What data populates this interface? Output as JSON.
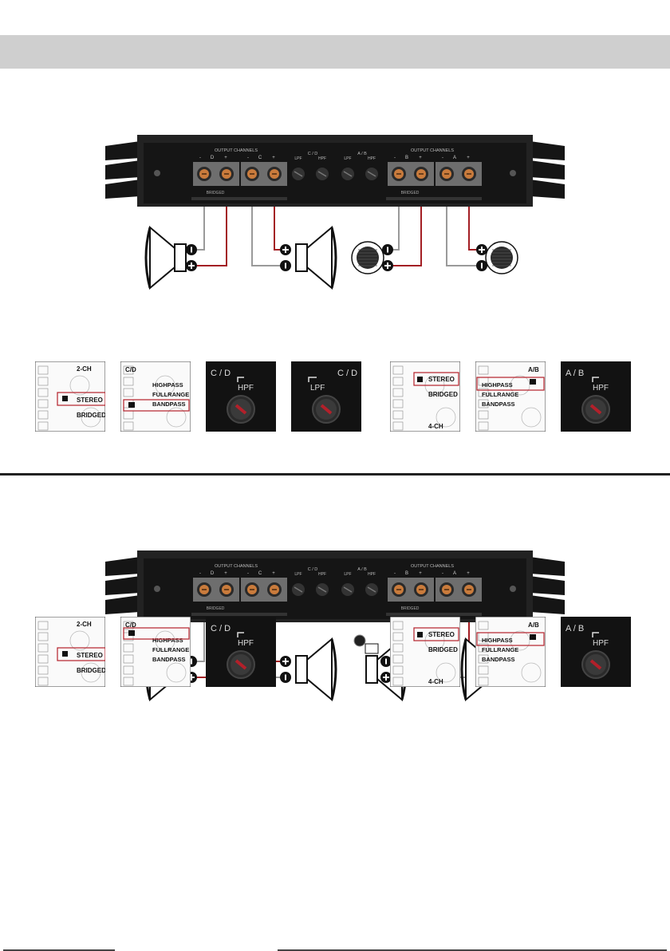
{
  "colors": {
    "amp_body": "#151515",
    "terminal_block": "#6e6e6e",
    "positive_wire": "#a31f24",
    "negative_wire": "#9a9a9a",
    "highlight_box": "#b3202a",
    "gold_terminal": "#c97b3c"
  },
  "amp": {
    "output_channels": "OUTPUT CHANNELS",
    "channels": [
      "D",
      "C",
      "B",
      "A"
    ],
    "minus": "-",
    "plus": "+",
    "bridged": "BRIDGED",
    "pots": [
      {
        "group": "C / D",
        "labels": [
          "LPF",
          "HPF"
        ]
      },
      {
        "group": "A / B",
        "labels": [
          "LPF",
          "HPF"
        ]
      }
    ]
  },
  "polarity": {
    "plus": "+",
    "minus": "-"
  },
  "switches": {
    "two_ch": "2-CH",
    "four_ch": "4-CH",
    "stereo": "STEREO",
    "bridged": "BRIDGED",
    "highpass": "HIGHPASS",
    "fullrange": "FULLRANGE",
    "bandpass": "BANDPASS",
    "cd": "C/D",
    "ab": "A/B"
  },
  "knobs": {
    "cd": "C / D",
    "ab": "A / B",
    "hpf": "HPF",
    "lpf": "LPF"
  },
  "sections": [
    {
      "name": "section-1",
      "speaker_types": [
        "woofer",
        "woofer",
        "tweeter",
        "tweeter"
      ]
    },
    {
      "name": "section-2",
      "speaker_types": [
        "woofer",
        "woofer",
        "woofer-with-tweeter",
        "woofer-with-tweeter"
      ]
    }
  ]
}
